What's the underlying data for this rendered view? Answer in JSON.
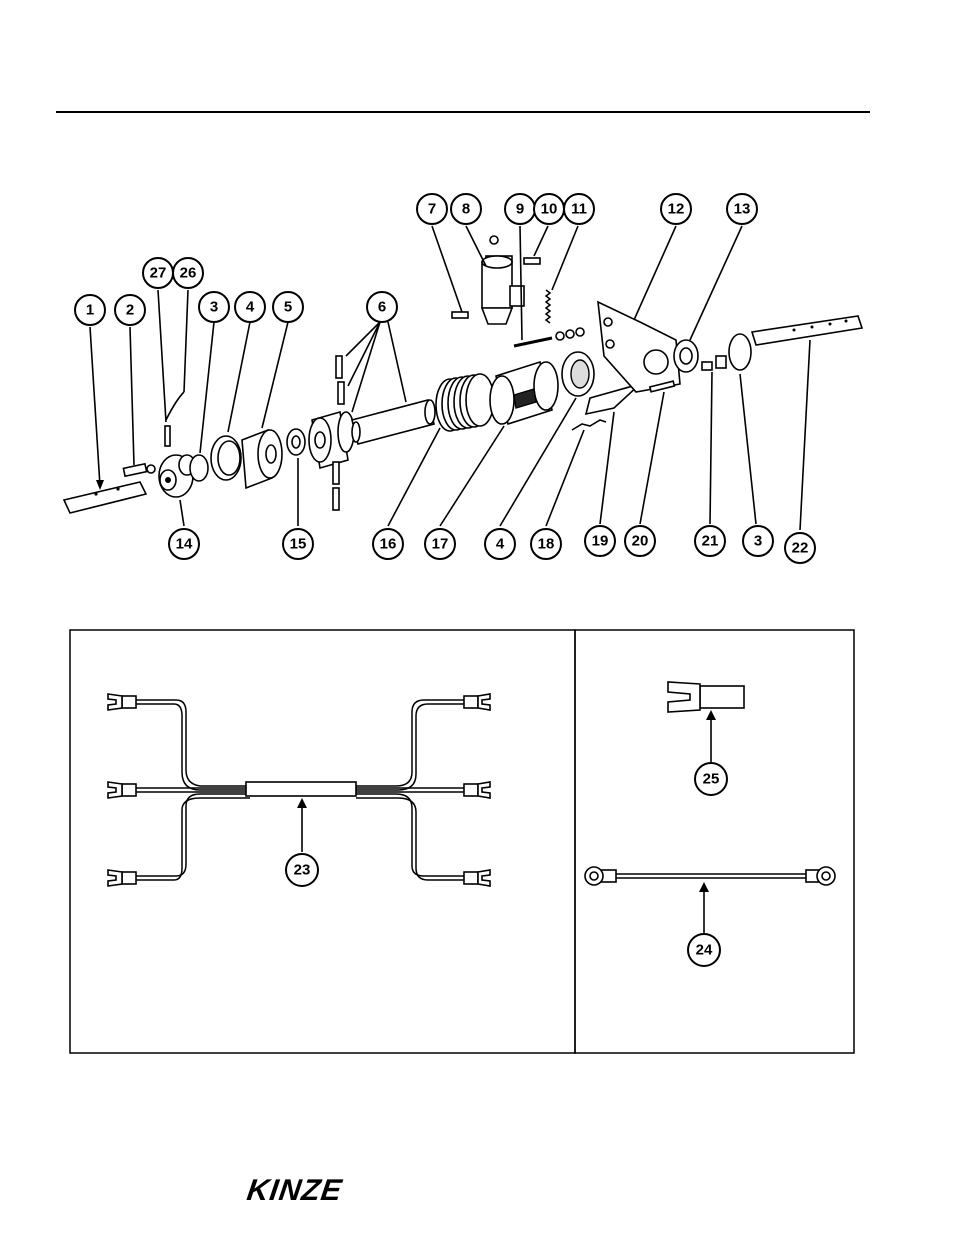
{
  "logo": {
    "text": "KINZE"
  },
  "callouts": [
    {
      "id": "c1",
      "label": "1"
    },
    {
      "id": "c2",
      "label": "2"
    },
    {
      "id": "c27",
      "label": "27"
    },
    {
      "id": "c26",
      "label": "26"
    },
    {
      "id": "c3a",
      "label": "3"
    },
    {
      "id": "c4a",
      "label": "4"
    },
    {
      "id": "c5",
      "label": "5"
    },
    {
      "id": "c6",
      "label": "6"
    },
    {
      "id": "c7",
      "label": "7"
    },
    {
      "id": "c8",
      "label": "8"
    },
    {
      "id": "c9",
      "label": "9"
    },
    {
      "id": "c10",
      "label": "10"
    },
    {
      "id": "c11",
      "label": "11"
    },
    {
      "id": "c12",
      "label": "12"
    },
    {
      "id": "c13",
      "label": "13"
    },
    {
      "id": "c14",
      "label": "14"
    },
    {
      "id": "c15",
      "label": "15"
    },
    {
      "id": "c16",
      "label": "16"
    },
    {
      "id": "c17",
      "label": "17"
    },
    {
      "id": "c4b",
      "label": "4"
    },
    {
      "id": "c18",
      "label": "18"
    },
    {
      "id": "c19",
      "label": "19"
    },
    {
      "id": "c20",
      "label": "20"
    },
    {
      "id": "c21",
      "label": "21"
    },
    {
      "id": "c3b",
      "label": "3"
    },
    {
      "id": "c22",
      "label": "22"
    },
    {
      "id": "c23",
      "label": "23"
    },
    {
      "id": "c25",
      "label": "25"
    },
    {
      "id": "c24",
      "label": "24"
    }
  ]
}
